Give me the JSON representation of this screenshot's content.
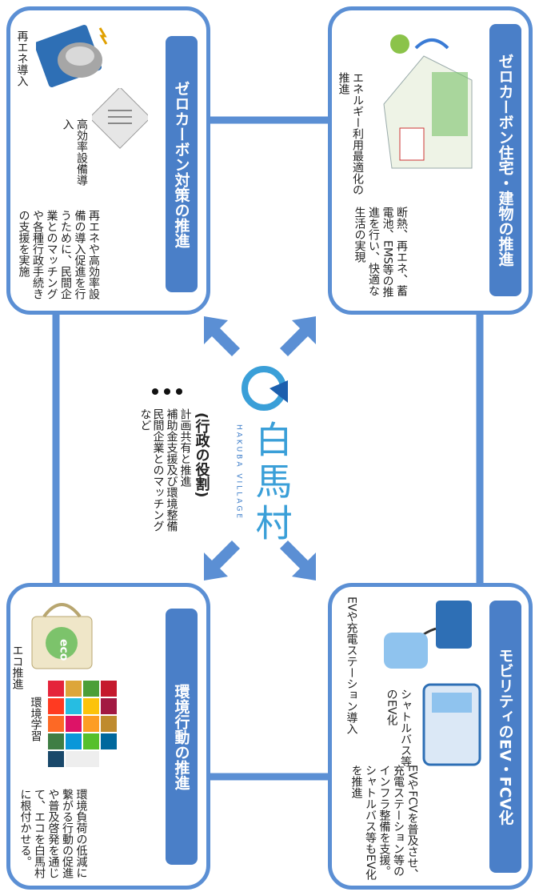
{
  "village": {
    "name": "白馬村",
    "sub": "HAKUBA VILLAGE",
    "role_title": "(行政の役割)",
    "roles": [
      "計画共有と推進",
      "補助金支援及び環境整備",
      "民間企業とのマッチング"
    ],
    "roles_suffix": "など"
  },
  "panels": {
    "top_right": {
      "title": "ゼロカーボン住宅・建物の推進",
      "caption": "エネルギー利用最適化の推進",
      "body": "断熱、再エネ、蓄電池、EMS等の推進を行い、快適な生活の実現"
    },
    "top_left": {
      "title": "ゼロカーボン対策の推進",
      "caption_renew": "再エネ導入",
      "caption_equip": "高効率設備導入",
      "body": "再エネや高効率設備の導入促進を行うために、民間企業とのマッチングや各種行政手続きの支援を実施"
    },
    "bottom_right": {
      "title": "モビリティのEV・FCV化",
      "caption_ev": "EVや充電ステーション導入",
      "caption_bus": "シャトルバス等のEV化",
      "body": "EVやFCVを普及させ、充電ステーション等のインフラ整備を支援。シャトルバス等もEV化を推進"
    },
    "bottom_left": {
      "title": "環境行動の推進",
      "caption_eco": "エコ推進",
      "caption_learn": "環境学習",
      "eco_word": "eco",
      "body": "環境負荷の低減に繋がる行動の促進や普及啓発を通じて、エコを白馬村に根付かせる。"
    }
  },
  "colors": {
    "accent": "#4a7fc8",
    "border": "#5b8fd4",
    "arrow": "#5b8fd4"
  }
}
